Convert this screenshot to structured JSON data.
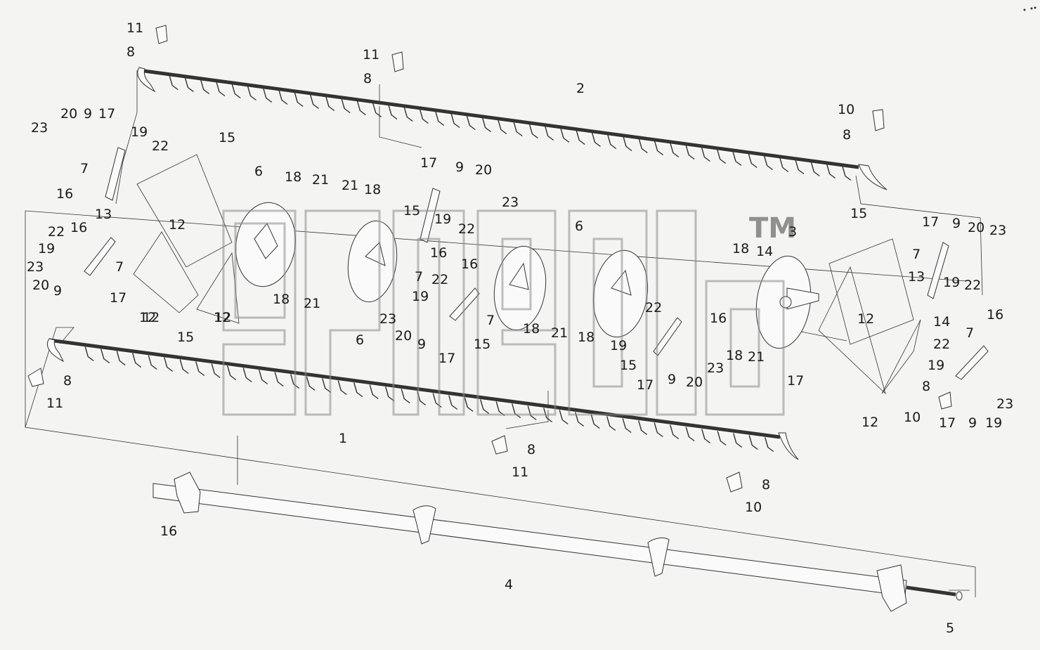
{
  "watermark": {
    "tm": "TM"
  },
  "callouts": [
    {
      "id": "c1",
      "text": "11"
    },
    {
      "id": "c2",
      "text": "8"
    },
    {
      "id": "c3",
      "text": "11"
    },
    {
      "id": "c4",
      "text": "8"
    },
    {
      "id": "c5",
      "text": "2"
    },
    {
      "id": "c6",
      "text": "10"
    },
    {
      "id": "c7",
      "text": "8"
    },
    {
      "id": "c8",
      "text": "20"
    },
    {
      "id": "c9",
      "text": "9"
    },
    {
      "id": "c10",
      "text": "17"
    },
    {
      "id": "c11",
      "text": "23"
    },
    {
      "id": "c12",
      "text": "19"
    },
    {
      "id": "c13",
      "text": "22"
    },
    {
      "id": "c14",
      "text": "15"
    },
    {
      "id": "c15",
      "text": "7"
    },
    {
      "id": "c16",
      "text": "16"
    },
    {
      "id": "c17",
      "text": "13"
    },
    {
      "id": "c18",
      "text": "12"
    },
    {
      "id": "c19",
      "text": "6"
    },
    {
      "id": "c20",
      "text": "18"
    },
    {
      "id": "c21",
      "text": "21"
    },
    {
      "id": "c22",
      "text": "21"
    },
    {
      "id": "c23",
      "text": "18"
    },
    {
      "id": "c24",
      "text": "17"
    },
    {
      "id": "c25",
      "text": "9"
    },
    {
      "id": "c26",
      "text": "20"
    },
    {
      "id": "c27",
      "text": "23"
    },
    {
      "id": "c28",
      "text": "15"
    },
    {
      "id": "c29",
      "text": "19"
    },
    {
      "id": "c30",
      "text": "22"
    },
    {
      "id": "c31",
      "text": "16"
    },
    {
      "id": "c32",
      "text": "7"
    },
    {
      "id": "c33",
      "text": "6"
    },
    {
      "id": "c34",
      "text": "3"
    },
    {
      "id": "c35",
      "text": "18"
    },
    {
      "id": "c36",
      "text": "14"
    },
    {
      "id": "c37",
      "text": "15"
    },
    {
      "id": "c38",
      "text": "17"
    },
    {
      "id": "c39",
      "text": "9"
    },
    {
      "id": "c40",
      "text": "20"
    },
    {
      "id": "c41",
      "text": "23"
    },
    {
      "id": "c42",
      "text": "7"
    },
    {
      "id": "c43",
      "text": "13"
    },
    {
      "id": "c44",
      "text": "19"
    },
    {
      "id": "c45",
      "text": "22"
    },
    {
      "id": "c46",
      "text": "14"
    },
    {
      "id": "c47",
      "text": "16"
    },
    {
      "id": "c48",
      "text": "22"
    },
    {
      "id": "c49",
      "text": "16"
    },
    {
      "id": "c50",
      "text": "19"
    },
    {
      "id": "c51",
      "text": "23"
    },
    {
      "id": "c52",
      "text": "20"
    },
    {
      "id": "c53",
      "text": "9"
    },
    {
      "id": "c54",
      "text": "7"
    },
    {
      "id": "c55",
      "text": "17"
    },
    {
      "id": "c56",
      "text": "12"
    },
    {
      "id": "c57",
      "text": "12"
    },
    {
      "id": "c58",
      "text": "18"
    },
    {
      "id": "c59",
      "text": "21"
    },
    {
      "id": "c60",
      "text": "12"
    },
    {
      "id": "c61",
      "text": "15"
    },
    {
      "id": "c62",
      "text": "12"
    },
    {
      "id": "c63",
      "text": "6"
    },
    {
      "id": "c64",
      "text": "22"
    },
    {
      "id": "c65",
      "text": "19"
    },
    {
      "id": "c66",
      "text": "23"
    },
    {
      "id": "c67",
      "text": "20"
    },
    {
      "id": "c68",
      "text": "9"
    },
    {
      "id": "c69",
      "text": "16"
    },
    {
      "id": "c70",
      "text": "7"
    },
    {
      "id": "c71",
      "text": "15"
    },
    {
      "id": "c72",
      "text": "17"
    },
    {
      "id": "c73",
      "text": "18"
    },
    {
      "id": "c74",
      "text": "21"
    },
    {
      "id": "c75",
      "text": "18"
    },
    {
      "id": "c76",
      "text": "22"
    },
    {
      "id": "c77",
      "text": "19"
    },
    {
      "id": "c78",
      "text": "16"
    },
    {
      "id": "c79",
      "text": "15"
    },
    {
      "id": "c80",
      "text": "17"
    },
    {
      "id": "c81",
      "text": "9"
    },
    {
      "id": "c82",
      "text": "20"
    },
    {
      "id": "c83",
      "text": "23"
    },
    {
      "id": "c84",
      "text": "18"
    },
    {
      "id": "c85",
      "text": "21"
    },
    {
      "id": "c86",
      "text": "12"
    },
    {
      "id": "c87",
      "text": "17"
    },
    {
      "id": "c88",
      "text": "7"
    },
    {
      "id": "c89",
      "text": "22"
    },
    {
      "id": "c90",
      "text": "19"
    },
    {
      "id": "c91",
      "text": "8"
    },
    {
      "id": "c92",
      "text": "10"
    },
    {
      "id": "c93",
      "text": "17"
    },
    {
      "id": "c94",
      "text": "9"
    },
    {
      "id": "c95",
      "text": "19"
    },
    {
      "id": "c96",
      "text": "23"
    },
    {
      "id": "c97",
      "text": "12"
    },
    {
      "id": "c98",
      "text": "8"
    },
    {
      "id": "c99",
      "text": "11"
    },
    {
      "id": "c100",
      "text": "1"
    },
    {
      "id": "c101",
      "text": "8"
    },
    {
      "id": "c102",
      "text": "11"
    },
    {
      "id": "c103",
      "text": "8"
    },
    {
      "id": "c104",
      "text": "10"
    },
    {
      "id": "c105",
      "text": "16"
    },
    {
      "id": "c106",
      "text": "4"
    },
    {
      "id": "c107",
      "text": "5"
    }
  ]
}
